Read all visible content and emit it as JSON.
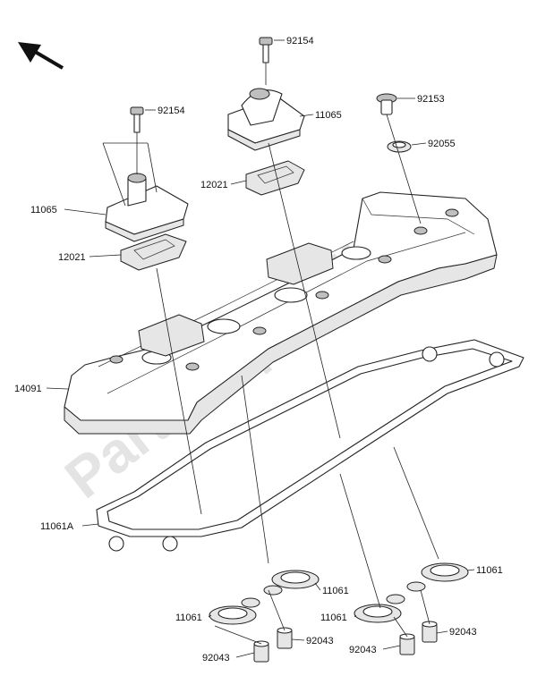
{
  "watermark": "PartsRepublik",
  "parts": [
    {
      "id": "92154a",
      "number": "92154"
    },
    {
      "id": "92154b",
      "number": "92154"
    },
    {
      "id": "11065a",
      "number": "11065"
    },
    {
      "id": "11065b",
      "number": "11065"
    },
    {
      "id": "92153",
      "number": "92153"
    },
    {
      "id": "92055",
      "number": "92055"
    },
    {
      "id": "12021a",
      "number": "12021"
    },
    {
      "id": "12021b",
      "number": "12021"
    },
    {
      "id": "14091",
      "number": "14091"
    },
    {
      "id": "11061A",
      "number": "11061A"
    },
    {
      "id": "11061a",
      "number": "11061"
    },
    {
      "id": "11061b",
      "number": "11061"
    },
    {
      "id": "11061c",
      "number": "11061"
    },
    {
      "id": "11061d",
      "number": "11061"
    },
    {
      "id": "92043a",
      "number": "92043"
    },
    {
      "id": "92043b",
      "number": "92043"
    },
    {
      "id": "92043c",
      "number": "92043"
    },
    {
      "id": "92043d",
      "number": "92043"
    }
  ],
  "icons": {
    "direction_arrow": "arrow-front-icon"
  }
}
